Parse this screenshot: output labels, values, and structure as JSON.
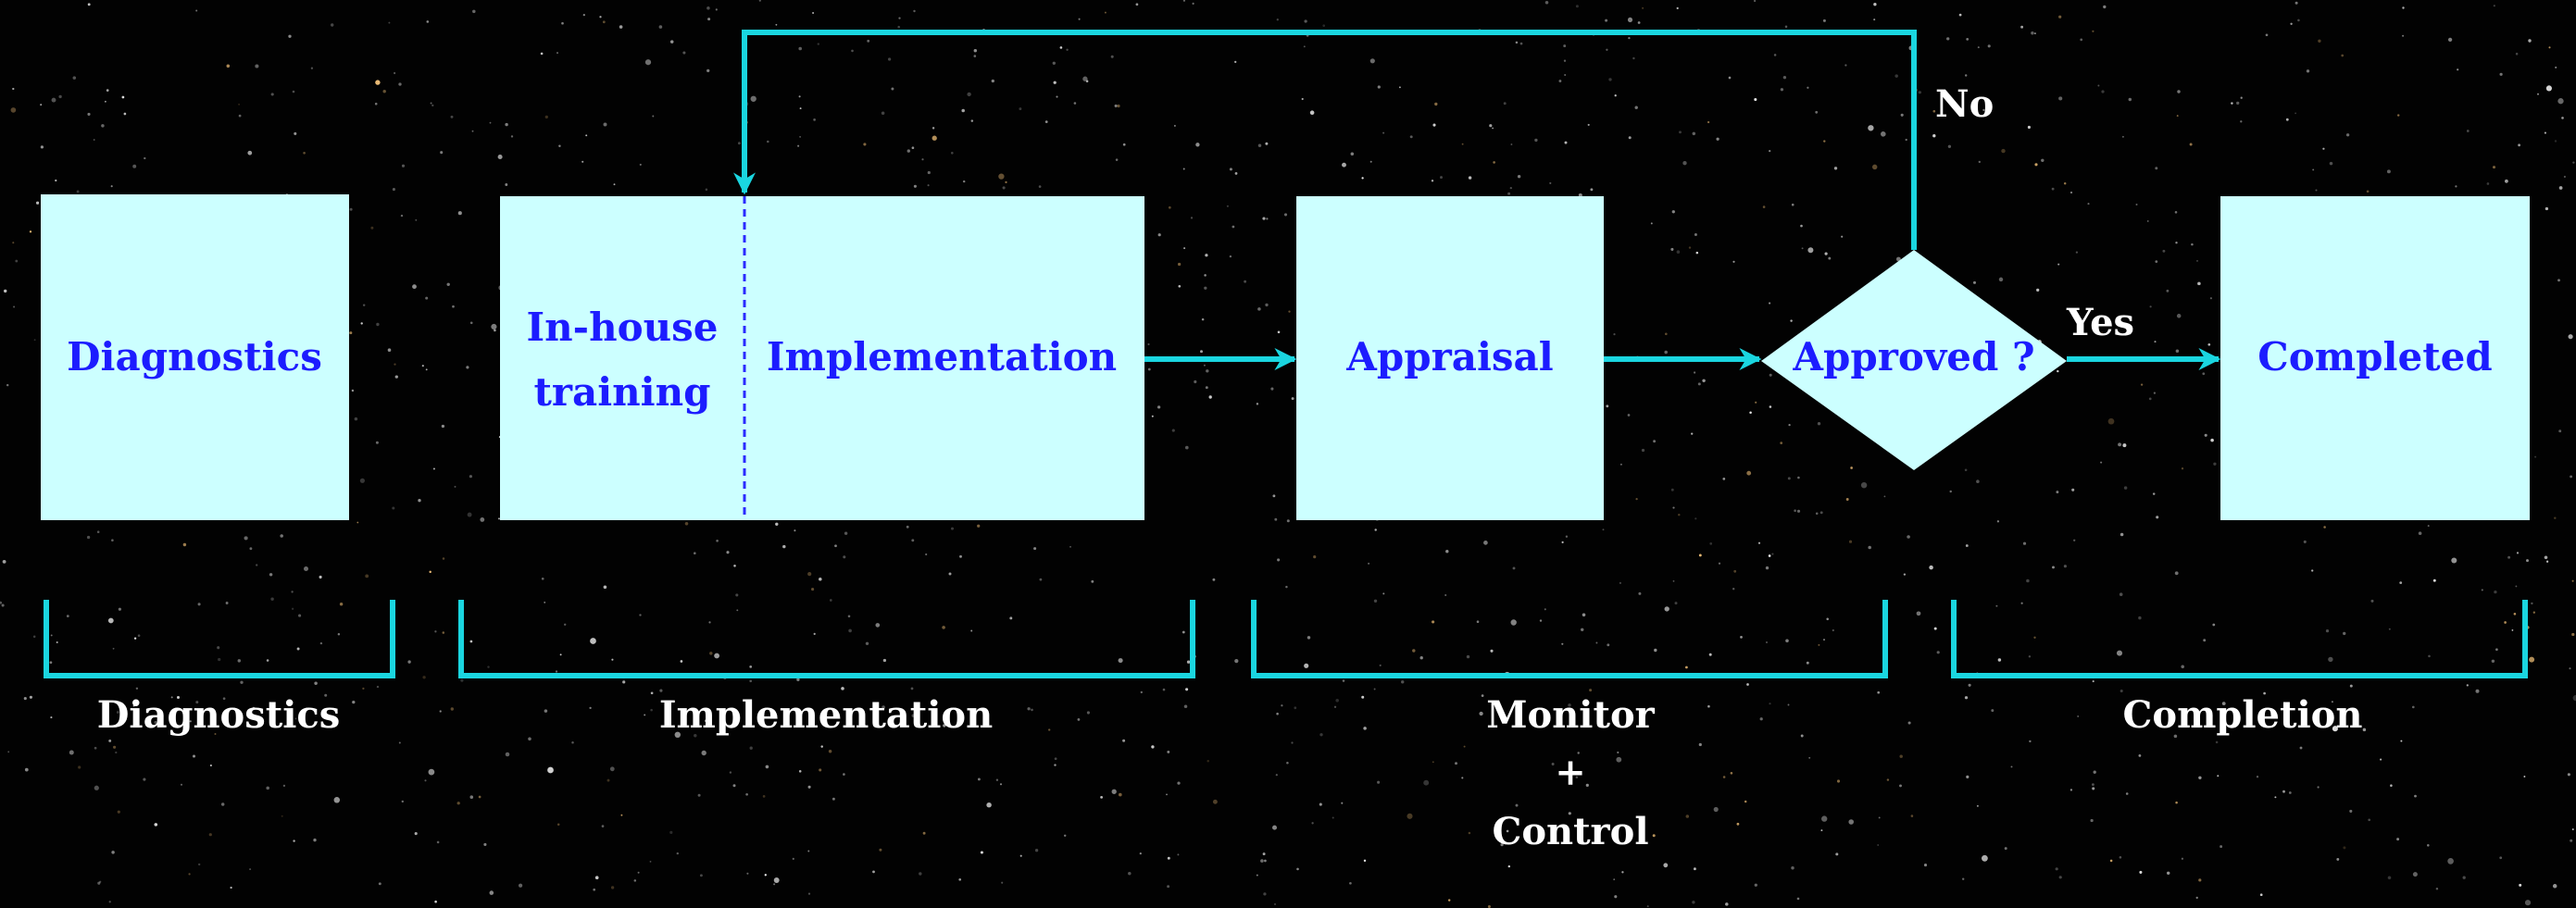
{
  "colors": {
    "background": "#020202",
    "box_fill": "#ccffff",
    "box_text": "#1c1cff",
    "connector": "#1ad6e0",
    "phase_text": "#ffffff"
  },
  "boxes": {
    "diagnostics": "Diagnostics",
    "inhouse_line1": "In-house",
    "inhouse_line2": "training",
    "implementation": "Implementation",
    "appraisal": "Appraisal",
    "approved": "Approved ?",
    "completed": "Completed"
  },
  "edges": {
    "no": "No",
    "yes": "Yes"
  },
  "phases": {
    "diagnostics": "Diagnostics",
    "implementation": "Implementation",
    "monitor_line1": "Monitor",
    "monitor_line2": "+",
    "monitor_line3": "Control",
    "completion": "Completion"
  }
}
